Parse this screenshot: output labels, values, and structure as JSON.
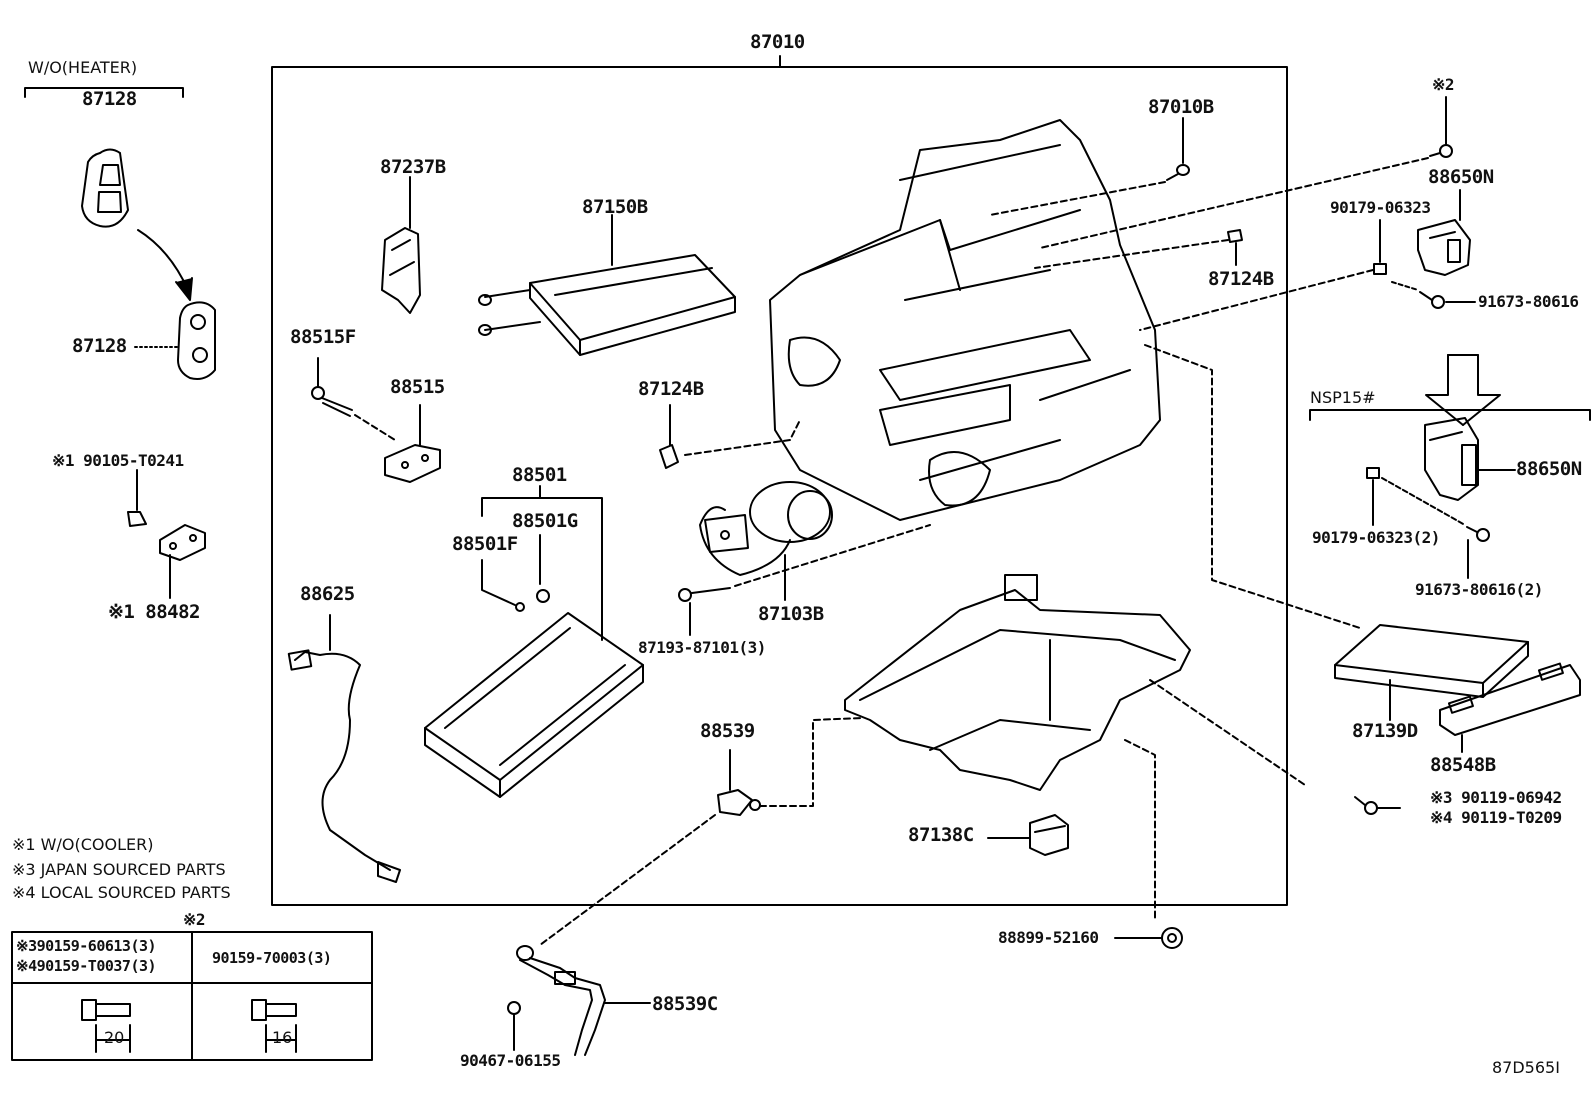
{
  "labels": {
    "wo_heater": "W/O(HEATER)",
    "p87128_top": "87128",
    "p87128_bot": "87128",
    "p90105": "※1 90105-T0241",
    "p88482": "※1 88482",
    "p87010": "87010",
    "p87237B": "87237B",
    "p87150B": "87150B",
    "p88515F": "88515F",
    "p88515": "88515",
    "p87124B_mid": "87124B",
    "p88501": "88501",
    "p88501G": "88501G",
    "p88501F": "88501F",
    "p88625": "88625",
    "p87103B": "87103B",
    "p87193": "87193-87101(3)",
    "p87010B": "87010B",
    "p87124B_right": "87124B",
    "p88539": "88539",
    "p87138C": "87138C",
    "p88899": "88899-52160",
    "p88539C": "88539C",
    "p90467": "90467-06155",
    "note_x2": "※2",
    "p88650N_top": "88650N",
    "p90179_top": "90179-06323",
    "p91673_top": "91673-80616",
    "nsp15": "NSP15#",
    "p88650N_bot": "88650N",
    "p90179_bot": "90179-06323(2)",
    "p91673_bot": "91673-80616(2)",
    "p87139D": "87139D",
    "p88548B": "88548B",
    "p90119_a": "※3 90119-06942",
    "p90119_b": "※4 90119-T0209",
    "note1": "※1 W/O(COOLER)",
    "note3": "※3 JAPAN SOURCED PARTS",
    "note4": "※4 LOCAL SOURCED PARTS",
    "table_x2": "※2",
    "table_c1_l1": "※390159-60613(3)",
    "table_c1_l2": "※490159-T0037(3)",
    "table_c2": "90159-70003(3)",
    "dim20": "20",
    "dim16": "16",
    "figure_id": "87D565I"
  }
}
